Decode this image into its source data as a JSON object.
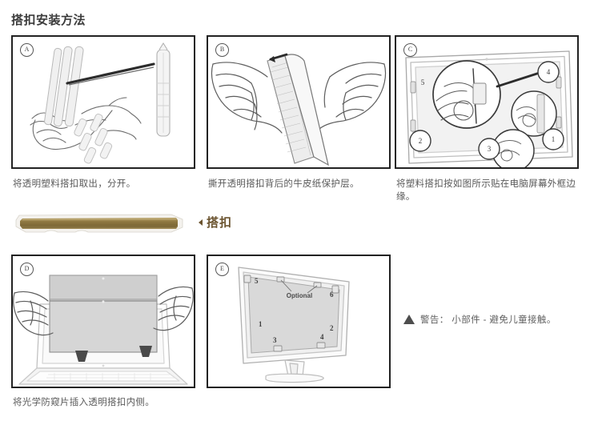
{
  "document": {
    "title": "搭扣安装方法",
    "language": "zh-CN",
    "background_color": "#ffffff",
    "text_color": "#5a5a5a"
  },
  "panels": [
    {
      "id": "A",
      "badge": "A",
      "caption": "将透明塑料搭扣取出，分开。",
      "illustration": "hands-separating-transparent-plastic-clips",
      "alt": "两只手握住并分开透明塑料搭扣"
    },
    {
      "id": "B",
      "badge": "B",
      "caption": "撕开透明搭扣背后的牛皮纸保护层。",
      "illustration": "hands-peeling-kraft-paper-backing",
      "alt": "双手撕开搭扣背面的牛皮纸保护层"
    },
    {
      "id": "C",
      "badge": "C",
      "caption": "将塑料搭扣按如图所示贴在电脑屏幕外框边缘。",
      "illustration": "monitor-with-clip-positions",
      "alt": "显示器外框贴附搭扣位置示意图",
      "callouts": [
        "1",
        "2",
        "3",
        "4",
        "5"
      ]
    },
    {
      "id": "D",
      "badge": "D",
      "caption": "将光学防窥片插入透明搭扣内侧。",
      "illustration": "laptop-inserting-privacy-filter",
      "alt": "双手将防窥片插入笔记本电脑的搭扣内侧"
    },
    {
      "id": "E",
      "badge": "E",
      "caption": "",
      "illustration": "monitor-filter-installed-positions",
      "alt": "显示器安装完成后搭扣编号位置",
      "optional_label": "Optional",
      "callouts": [
        "1",
        "2",
        "3",
        "4",
        "5",
        "6"
      ]
    }
  ],
  "clip_part": {
    "label": "搭扣",
    "label_color": "#6b5430",
    "strip_color": "#8a7340",
    "strip_highlight": "#ffffff",
    "arrow_icon": "left-triangle-icon"
  },
  "warning": {
    "icon": "warning-triangle-icon",
    "icon_color": "#4d4d4d",
    "text": "警告： 小部件 - 避免儿童接触。"
  }
}
